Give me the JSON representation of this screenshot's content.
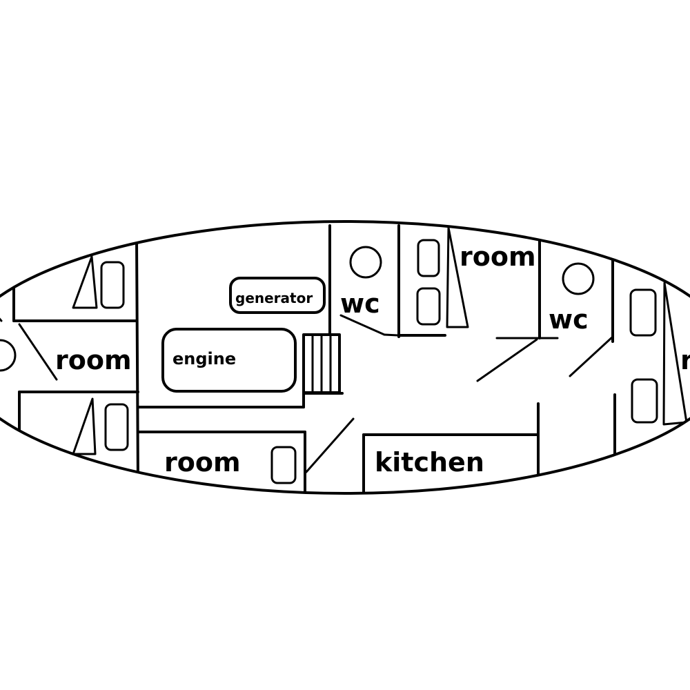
{
  "diagram": {
    "labels": {
      "room_left": "room",
      "room_bottom_left": "room",
      "room_top_middle": "room",
      "room_right_partial": "r",
      "engine": "engine",
      "generator": "generator",
      "wc_left": "wc",
      "wc_right": "wc",
      "kitchen": "kitchen"
    },
    "colors": {
      "ink": "#000000",
      "background": "#ffffff"
    }
  }
}
